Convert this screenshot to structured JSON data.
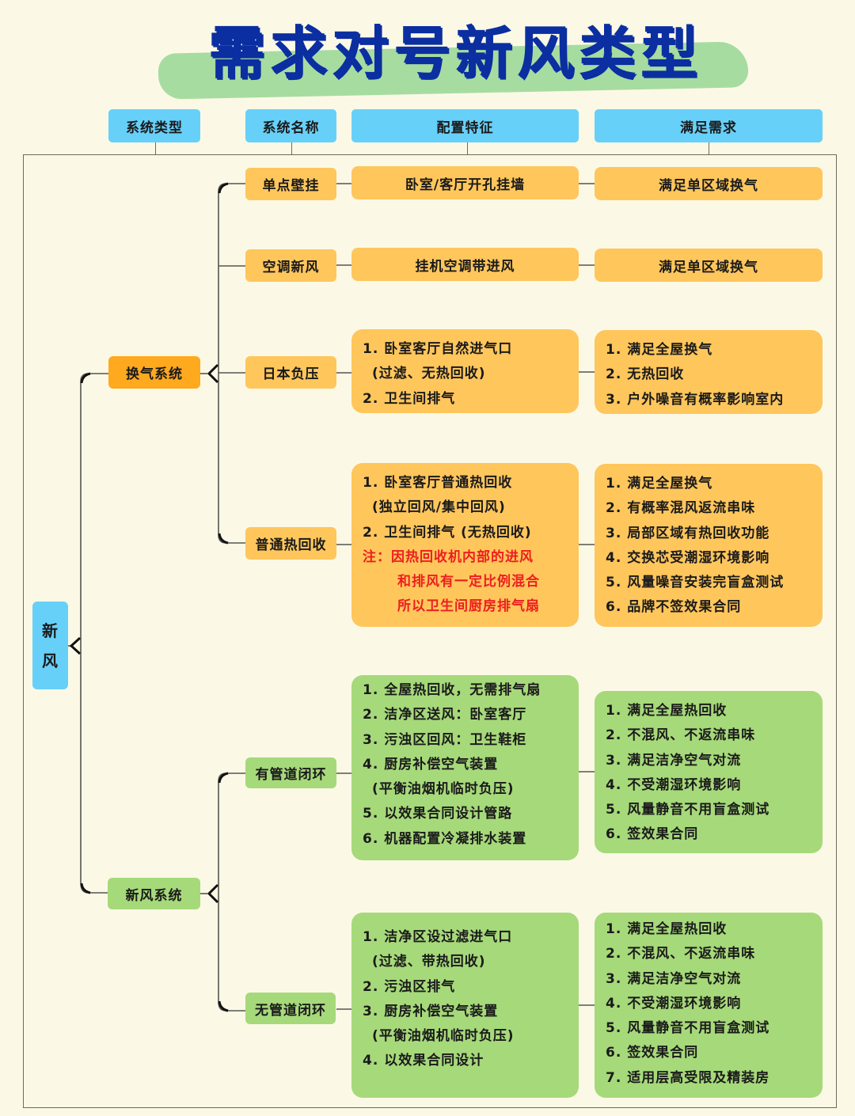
{
  "title": "需求对号新风类型",
  "headers": {
    "system_type": "系统类型",
    "system_name": "系统名称",
    "config": "配置特征",
    "needs": "满足需求"
  },
  "root": {
    "line1": "新",
    "line2": "风"
  },
  "colors": {
    "background": "#fbf9e6",
    "title_text": "#0b2ea1",
    "title_highlight": "#a7dca0",
    "header_blue": "#67d0f9",
    "ventilation_orange": "#ffc65c",
    "ventilation_category": "#ffa91e",
    "fresh_air_green": "#a6d97a",
    "note_red": "#ec1f1f"
  },
  "categories": [
    {
      "label": "换气系统",
      "systems": [
        {
          "name": "单点壁挂",
          "config": [
            "卧室/客厅开孔挂墙"
          ],
          "needs": [
            "满足单区域换气"
          ]
        },
        {
          "name": "空调新风",
          "config": [
            "挂机空调带进风"
          ],
          "needs": [
            "满足单区域换气"
          ]
        },
        {
          "name": "日本负压",
          "config": [
            "1. 卧室客厅自然进气口",
            "(过滤、无热回收)",
            "2. 卫生间排气"
          ],
          "needs": [
            "1. 满足全屋换气",
            "2. 无热回收",
            "3. 户外噪音有概率影响室内"
          ]
        },
        {
          "name": "普通热回收",
          "config": [
            "1. 卧室客厅普通热回收",
            "(独立回风/集中回风)",
            "2. 卫生间排气 (无热回收)"
          ],
          "note": [
            "注：因热回收机内部的进风",
            "和排风有一定比例混合",
            "所以卫生间厨房排气扇"
          ],
          "needs": [
            "1. 满足全屋换气",
            "2. 有概率混风返流串味",
            "3. 局部区域有热回收功能",
            "4. 交换芯受潮湿环境影响",
            "5. 风量噪音安装完盲盒测试",
            "6. 品牌不签效果合同"
          ]
        }
      ]
    },
    {
      "label": "新风系统",
      "systems": [
        {
          "name": "有管道闭环",
          "config": [
            "1. 全屋热回收，无需排气扇",
            "2. 洁净区送风：卧室客厅",
            "3. 污浊区回风：卫生鞋柜",
            "4. 厨房补偿空气装置",
            "(平衡油烟机临时负压)",
            "5. 以效果合同设计管路",
            "6. 机器配置冷凝排水装置"
          ],
          "needs": [
            "1. 满足全屋热回收",
            "2. 不混风、不返流串味",
            "3. 满足洁净空气对流",
            "4. 不受潮湿环境影响",
            "5. 风量静音不用盲盒测试",
            "6. 签效果合同"
          ]
        },
        {
          "name": "无管道闭环",
          "config": [
            "1. 洁净区设过滤进气口",
            "(过滤、带热回收)",
            "2. 污浊区排气",
            "3. 厨房补偿空气装置",
            "(平衡油烟机临时负压)",
            "4. 以效果合同设计"
          ],
          "needs": [
            "1. 满足全屋热回收",
            "2. 不混风、不返流串味",
            "3. 满足洁净空气对流",
            "4. 不受潮湿环境影响",
            "5. 风量静音不用盲盒测试",
            "6. 签效果合同",
            "7. 适用层高受限及精装房"
          ]
        }
      ]
    }
  ]
}
